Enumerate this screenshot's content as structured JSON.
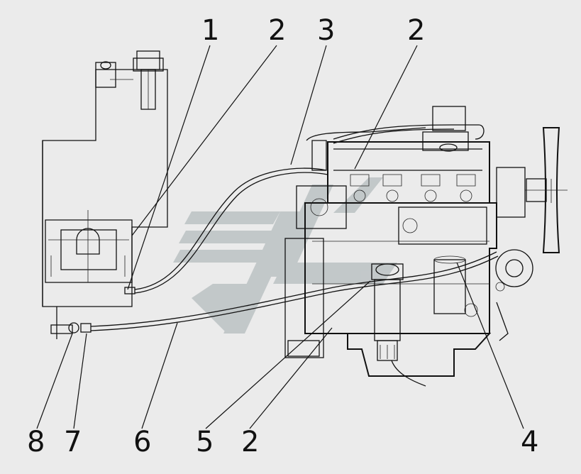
{
  "callouts": {
    "top": [
      {
        "id": "c1",
        "label": "1"
      },
      {
        "id": "c2a",
        "label": "2"
      },
      {
        "id": "c3",
        "label": "3"
      },
      {
        "id": "c2b",
        "label": "2"
      }
    ],
    "bottom": [
      {
        "id": "c8",
        "label": "8"
      },
      {
        "id": "c7",
        "label": "7"
      },
      {
        "id": "c6",
        "label": "6"
      },
      {
        "id": "c5",
        "label": "5"
      },
      {
        "id": "c2c",
        "label": "2"
      },
      {
        "id": "c4",
        "label": "4"
      }
    ]
  },
  "colors": {
    "background": "#ebebeb",
    "line": "#111111",
    "watermark": "#bcc2c4"
  }
}
